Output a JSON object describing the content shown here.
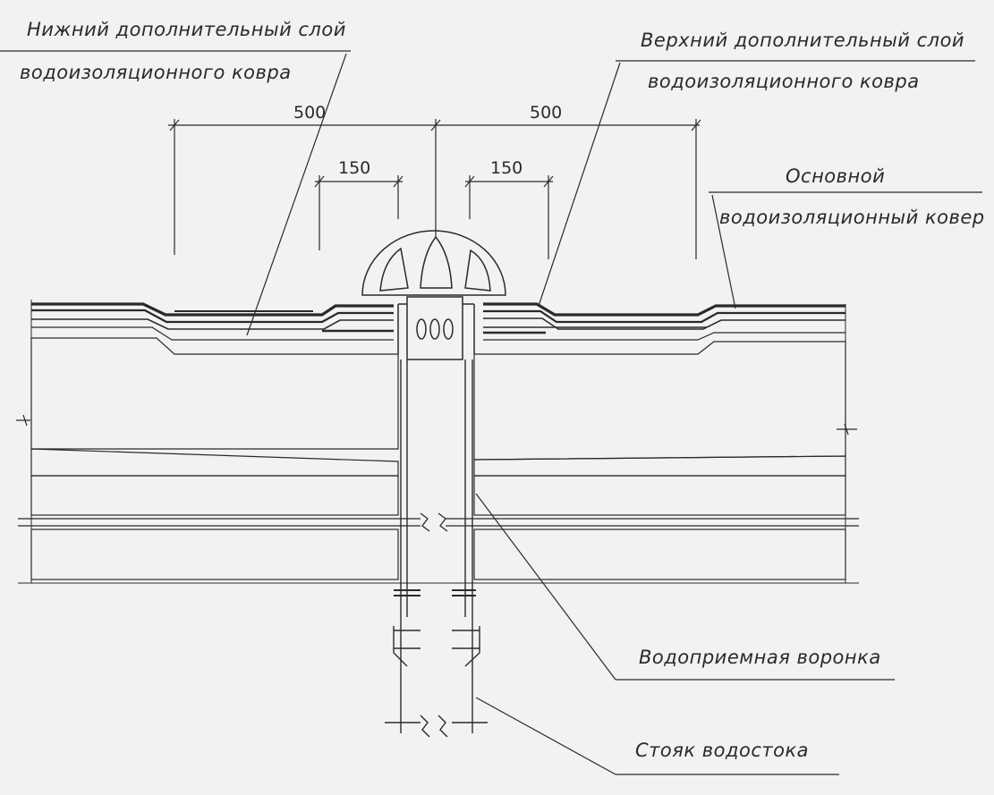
{
  "callouts": {
    "lower_layer_line1": "Нижний дополнительный слой",
    "lower_layer_line2": "водоизоляционного ковра",
    "upper_layer_line1": "Верхний дополнительный слой",
    "upper_layer_line2": "водоизоляционного ковра",
    "main_carpet_line1": "Основной",
    "main_carpet_line2": "водоизоляционный ковер",
    "funnel": "Водоприемная воронка",
    "riser": "Стояк водостока"
  },
  "dimensions": {
    "left_outer": "500",
    "right_outer": "500",
    "left_inner": "150",
    "right_inner": "150"
  },
  "colors": {
    "ink": "#2a2a2a",
    "paper": "#f1f2f4"
  }
}
